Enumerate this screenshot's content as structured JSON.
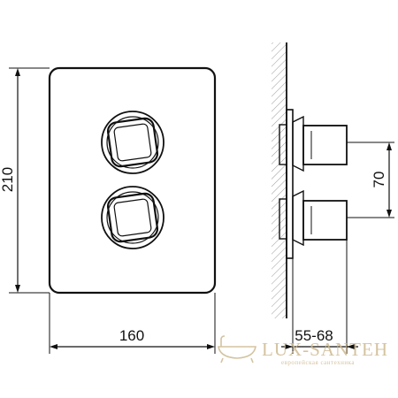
{
  "dimensions": {
    "height": "210",
    "width": "160",
    "depth": "55-68",
    "spacing": "70"
  },
  "watermark": {
    "title": "LUX-SANTEH",
    "subtitle": "европейская сантехника"
  },
  "colors": {
    "line": "#111111",
    "watermark": "#cdb98f",
    "hatch": "#9a9a9a"
  }
}
